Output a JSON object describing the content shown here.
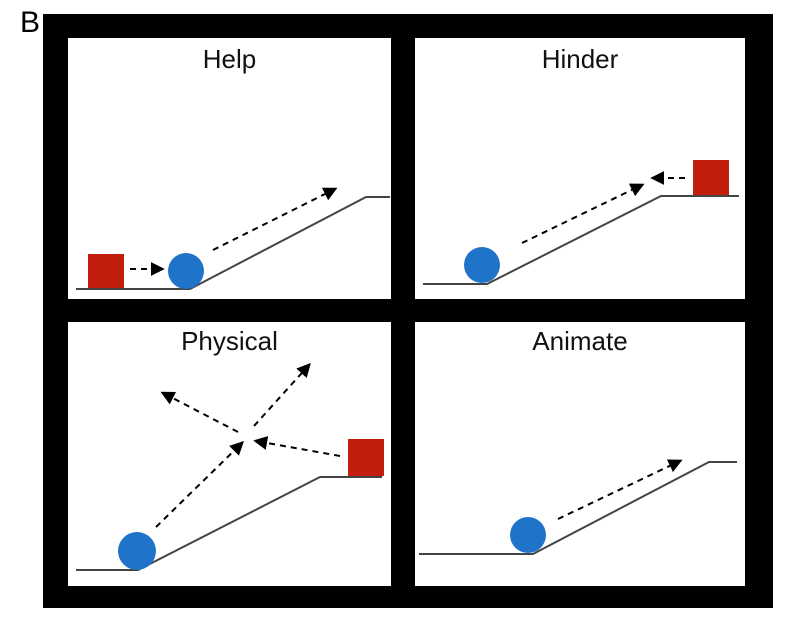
{
  "figure": {
    "panel_letter": "B",
    "colors": {
      "frame": "#000000",
      "panel_bg": "#ffffff",
      "ball": "#1f73c9",
      "block": "#c21e0e",
      "line": "#444444",
      "arrow": "#000000"
    },
    "panels": [
      {
        "id": "help",
        "title": "Help",
        "has_block": true
      },
      {
        "id": "hinder",
        "title": "Hinder",
        "has_block": true
      },
      {
        "id": "physical",
        "title": "Physical",
        "has_block": true
      },
      {
        "id": "animate",
        "title": "Animate",
        "has_block": false
      }
    ]
  }
}
